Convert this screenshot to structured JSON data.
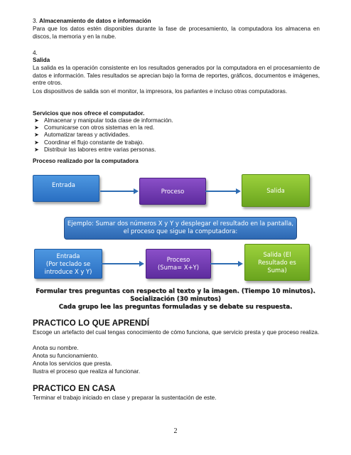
{
  "section3": {
    "number": "3.",
    "title": "Almacenamiento de datos e información",
    "body": "Para que los datos estén disponibles durante la fase de procesamiento, la computadora los almacena en discos, la memoria y en la nube."
  },
  "section4": {
    "number": "4.",
    "title": "Salida",
    "body": "La salida es la operación consistente en los resultados generados por la computadora en el procesamiento de datos e información. Tales resultados se aprecian bajo la forma de reportes, gráficos, documentos e imágenes, entre otros.",
    "devices": "Los dispositivos de salida son el monitor, la impresora, los parlantes e incluso otras computadoras."
  },
  "services": {
    "title": "Servicios que nos ofrece el computador.",
    "items": [
      "Almacenar y manipular toda clase de información.",
      "Comunicarse con otros sistemas en la red.",
      "Automatizar tareas y actividades.",
      "Coordinar el flujo constante de trabajo.",
      "Distribuir las labores entre varias personas."
    ]
  },
  "process": {
    "title": "Proceso realizado por la computadora",
    "flow1": [
      "Entrada",
      "Proceso",
      "Salida"
    ],
    "example": [
      "Ejemplo: Sumar dos números X y Y  y desplegar el resultado en la pantalla,",
      "el proceso que sigue la computadora:"
    ],
    "flow2": {
      "input": [
        "Entrada",
        "(Por teclado se",
        "introduce X y Y)"
      ],
      "process": [
        "Proceso",
        "(Suma= X+Y)"
      ],
      "output": [
        "Salida (El",
        "Resultado es",
        "Suma)"
      ]
    },
    "instructions": [
      "Formular tres preguntas con respecto al texto y la imagen. (Tiempo 10 minutos).",
      "Socialización (30 minutos)",
      "Cada grupo lee las preguntas formuladas y se debate su respuesta."
    ]
  },
  "practico1": {
    "heading": "PRACTICO LO QUE APRENDÍ",
    "lines": [
      "Escoge un artefacto del cual tengas conocimiento de cómo funciona, que servicio presta y que proceso realiza.",
      "Anota su nombre.",
      "Anota su funcionamiento.",
      "Anota los servicios que presta.",
      "Ilustra el proceso que realiza al funcionar."
    ]
  },
  "practico2": {
    "heading": "PRACTICO EN CASA",
    "line": "Terminar el trabajo iniciado en clase y preparar la sustentación de este."
  },
  "page_number": "2",
  "colors": {
    "blue": "#3a7fd0",
    "purple": "#6e39b0",
    "green": "#85bf2c"
  }
}
